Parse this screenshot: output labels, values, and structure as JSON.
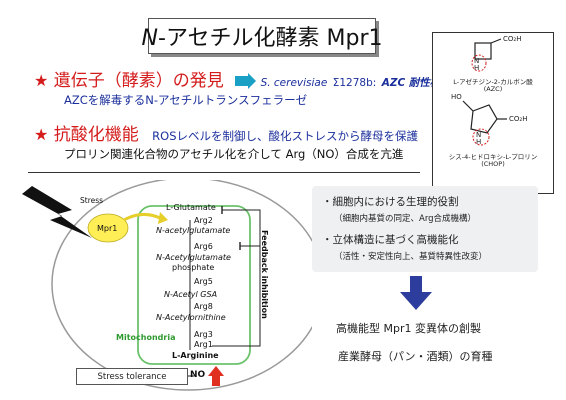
{
  "title": {
    "prefix": "N",
    "rest": "-アセチル化酵素 Mpr1"
  },
  "section1": {
    "star": "★",
    "heading": "遺伝子（酵素）の発見",
    "organism": "S. cerevisiae",
    "strain": "Σ1278b:",
    "trait": "AZC 耐性株",
    "desc": "AZCを解毒するN-アセチルトランスフェラーゼ"
  },
  "section2": {
    "star": "★",
    "heading": "抗酸化機能",
    "desc1": "ROSレベルを制御し、酸化ストレスから酵母を保護",
    "desc2": "プロリン関連化合物のアセチル化を介して Arg（NO）合成を亢進"
  },
  "structures": {
    "azc_group": "CO₂H",
    "azc_nh": "N H",
    "azc_label": "L-アゼチジン-2-カルボン酸",
    "azc_abbr": "(AZC)",
    "chop_ho": "HO",
    "chop_group": "CO₂H",
    "chop_nh": "N H",
    "chop_label": "シス-4-ヒドロキシ-L-プロリン",
    "chop_abbr": "(CHOP)"
  },
  "info": {
    "line1": "・細胞内における生理的役割",
    "line1_sub": "（細胞内基質の同定、Arg合成機構）",
    "line2": "・立体構造に基づく高機能化",
    "line2_sub": "（活性・安定性向上、基質特異性改変）"
  },
  "results": {
    "line1": "高機能型 Mpr1 変異体の創製",
    "line2": "産業酵母（パン・酒類）の育種"
  },
  "diagram": {
    "stress": "Stress",
    "mpr1": "Mpr1",
    "feedback": "Feedback inhibition",
    "mitochondria": "Mitochondria",
    "stress_tolerance": "Stress tolerance",
    "no": "NO",
    "pathway": [
      "L-Glutamate",
      "Arg2",
      "N-acetylglutamate",
      "Arg6",
      "N-Acetylglutamate",
      "phosphate",
      "Arg5",
      "N-Acetyl GSA",
      "Arg8",
      "N-Acetylornithine",
      "Arg3",
      "Arg1",
      "L-Arginine"
    ]
  },
  "colors": {
    "accent_red": "#d41c1c",
    "accent_blue": "#1b2f9c",
    "cyan": "#1aa0c4",
    "arrow_blue": "#2d3d9e",
    "mito_green": "#6cc26c",
    "mpr1_yellow": "#ffee55"
  }
}
